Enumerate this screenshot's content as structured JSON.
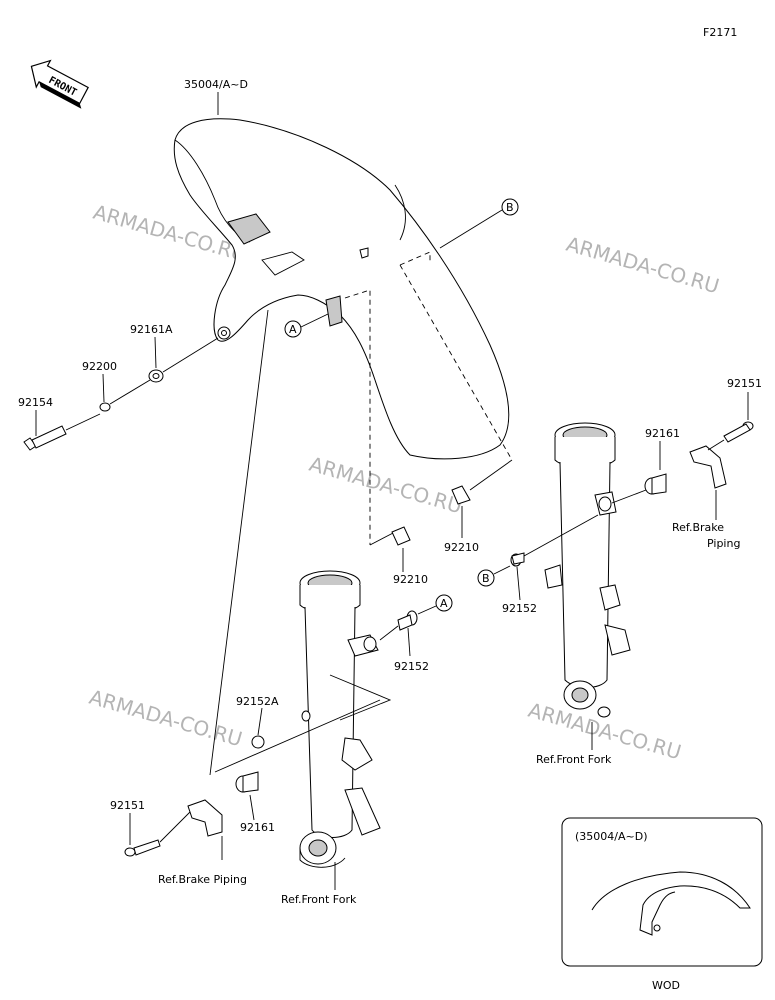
{
  "figure_code": "F2171",
  "front_badge": "FRONT",
  "watermark": "ARMADA-CO.RU",
  "parts": {
    "fender": "35004/A~D",
    "bolt_left": "92154",
    "washer": "92200",
    "collar_left": "92161A",
    "collar_a_left": "92152A",
    "collar_b_left": "92161",
    "bolt_left_lower": "92151",
    "bolt_right": "92151",
    "collar_right": "92161",
    "nut_a": "92210",
    "nut_b": "92210",
    "bolt_a": "92152",
    "bolt_b": "92152"
  },
  "callouts": {
    "a": "A",
    "b": "B"
  },
  "refs": {
    "brake_piping_right_1": "Ref.Brake",
    "brake_piping_right_2": "Piping",
    "front_fork_right": "Ref.Front Fork",
    "brake_piping_left": "Ref.Brake Piping",
    "front_fork_left": "Ref.Front Fork"
  },
  "inset": {
    "title": "(35004/A~D)",
    "caption": "WOD"
  }
}
